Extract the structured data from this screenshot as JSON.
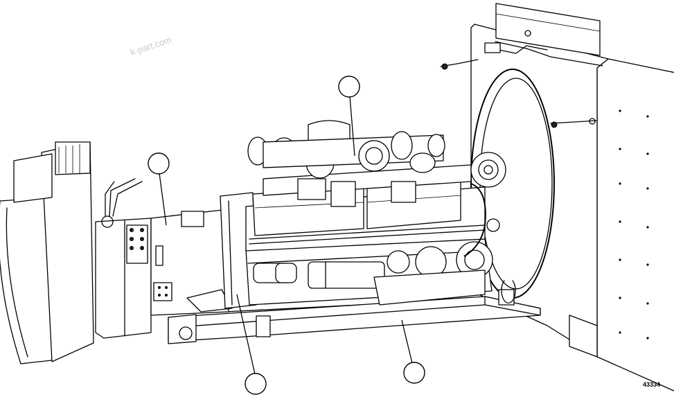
{
  "figure": {
    "id": "43334",
    "watermark": "k-part.com"
  },
  "callouts": [
    {
      "name": "callout-generator",
      "label": ""
    },
    {
      "name": "callout-engine",
      "label": ""
    },
    {
      "name": "callout-mounting-rail",
      "label": ""
    },
    {
      "name": "callout-base-frame",
      "label": ""
    }
  ]
}
